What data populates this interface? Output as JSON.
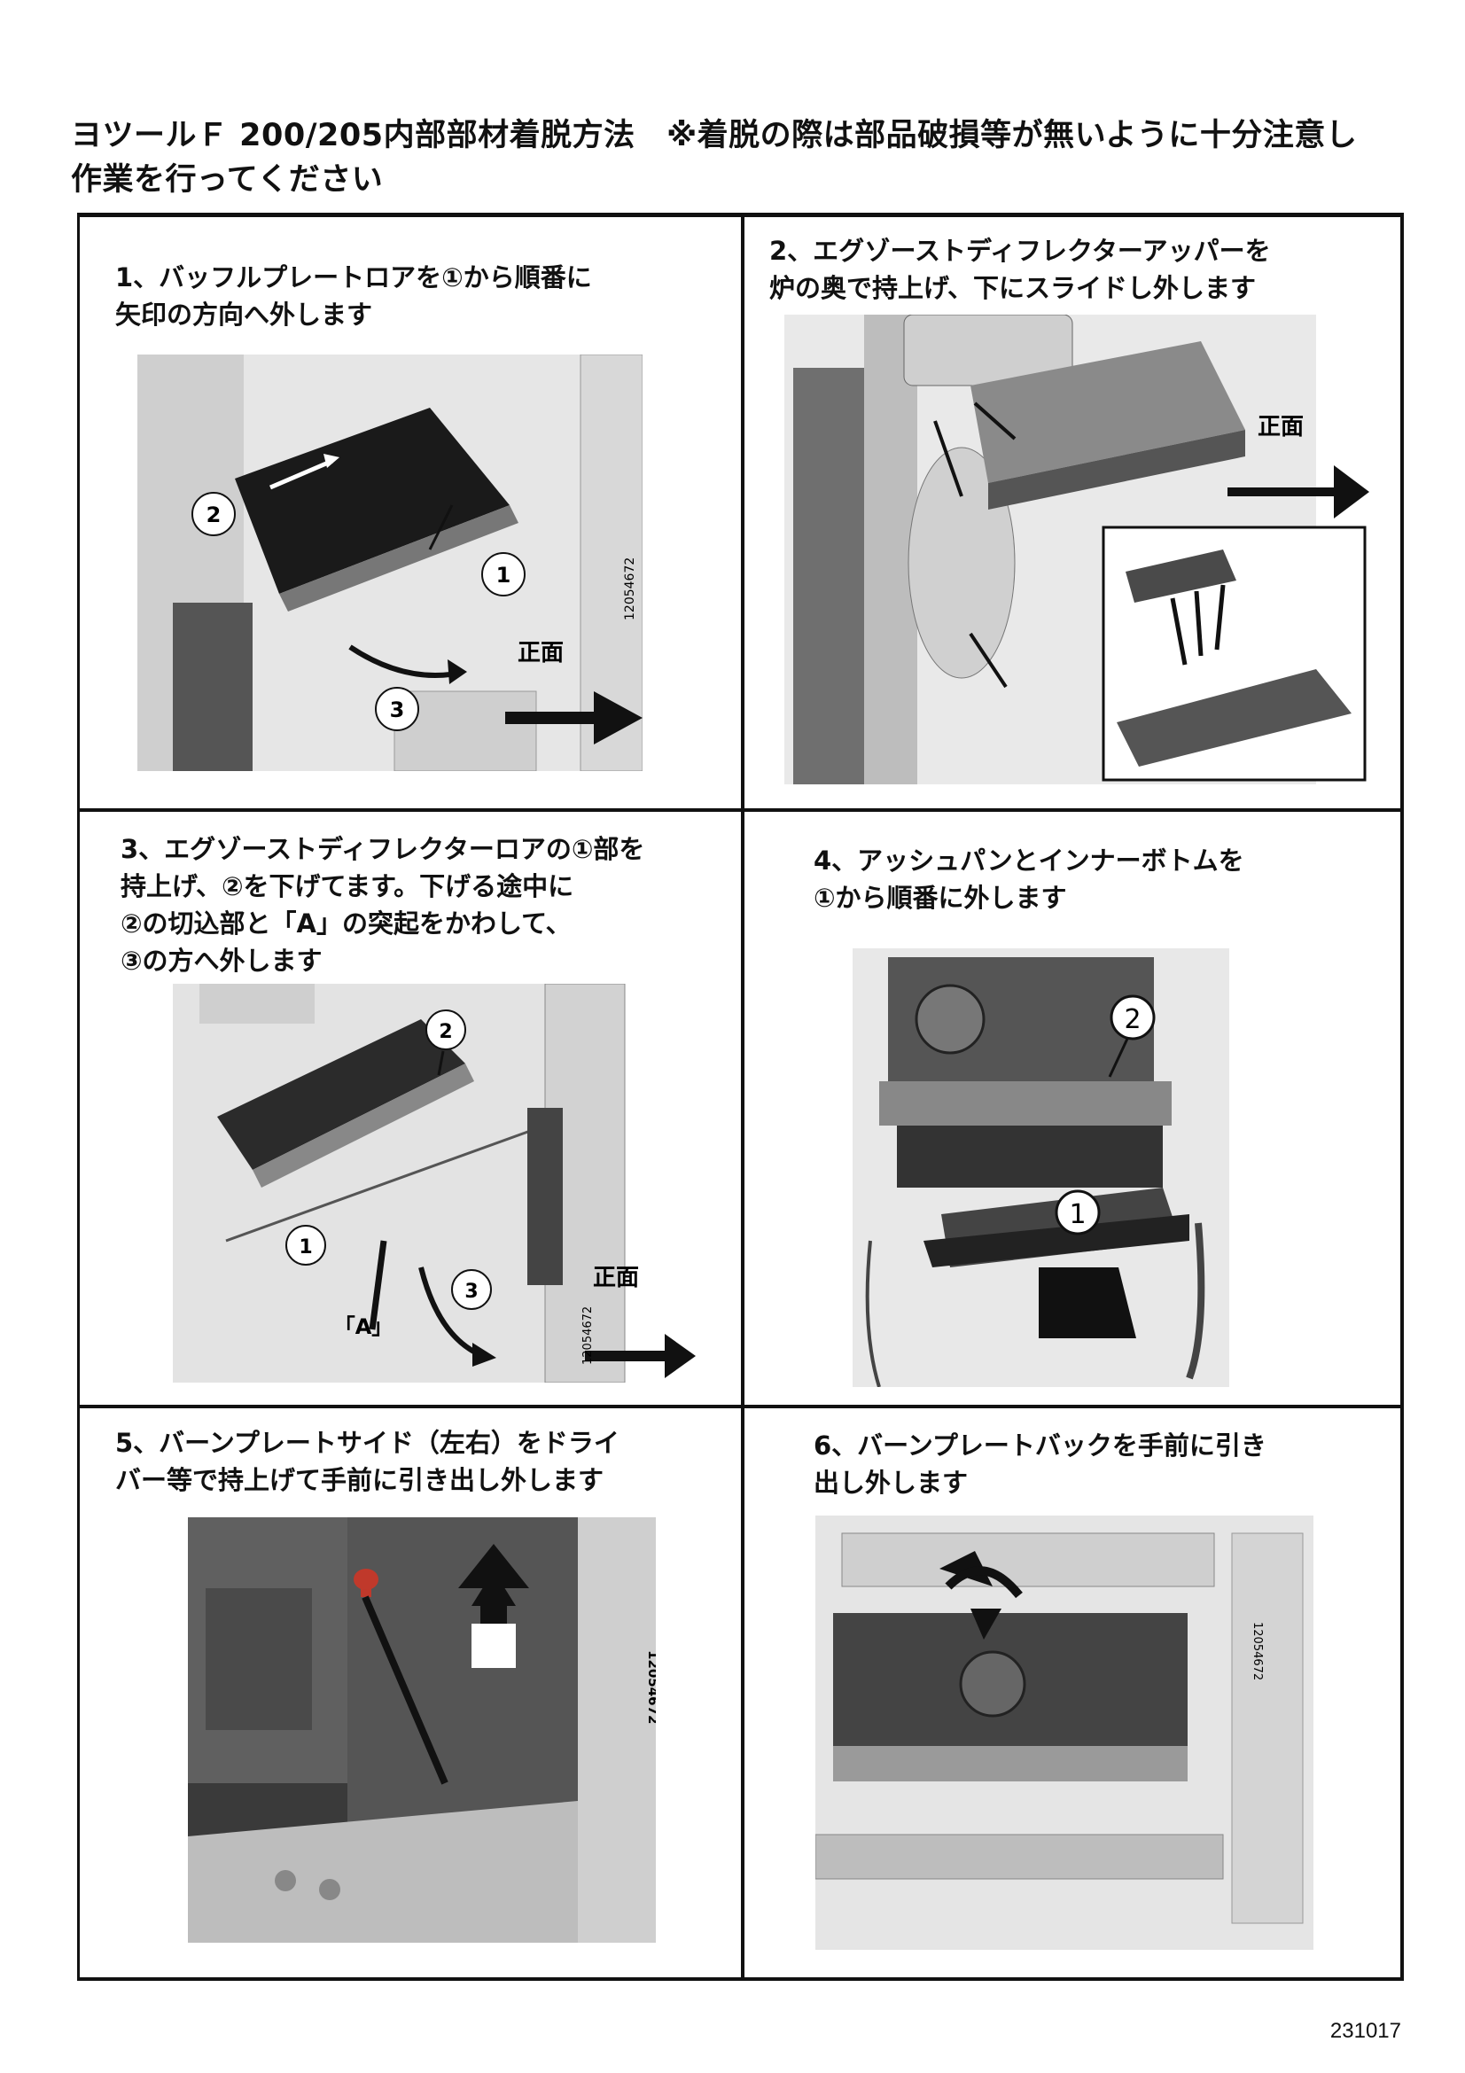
{
  "page": {
    "title_line1": "ヨツールＦ 200/205内部部材着脱方法　※着脱の際は部品破損等が無いように十分注意し",
    "title_line2": "作業を行ってください",
    "code": "231017"
  },
  "panels": [
    {
      "text": "1、バッフルプレートロアを①から順番に\n矢印の方向へ外します",
      "labels": {
        "front": "正面",
        "n1": "1",
        "n2": "2",
        "n3": "3",
        "serial": "12054672"
      }
    },
    {
      "text": "2、エグゾーストディフレクターアッパーを\n炉の奥で持上げ、下にスライドし外します",
      "labels": {
        "front": "正面"
      }
    },
    {
      "text": "3、エグゾーストディフレクターロアの①部を\n持上げ、②を下げてます。下げる途中に\n②の切込部と「A」の突起をかわして、\n③の方へ外します",
      "labels": {
        "front": "正面",
        "n1": "1",
        "n2": "2",
        "n3": "3",
        "a": "「A」",
        "serial": "12054672"
      }
    },
    {
      "text": "4、アッシュパンとインナーボトムを\n①から順番に外します",
      "labels": {
        "n1": "1",
        "n2": "2"
      }
    },
    {
      "text": "5、バーンプレートサイド（左右）をドライ\nバー等で持上げて手前に引き出し外します",
      "labels": {
        "serial": "12054672"
      }
    },
    {
      "text": "6、バーンプレートバックを手前に引き\n出し外します",
      "labels": {
        "serial": "12054672"
      }
    }
  ]
}
